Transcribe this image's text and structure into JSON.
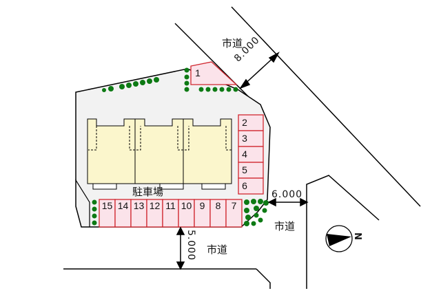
{
  "colors": {
    "site_fill": "#f2f2f2",
    "building_fill": "#fbf6cc",
    "parking_fill": "#fbe3ea",
    "parking_border": "#d0262e",
    "tree": "#0d7a14",
    "line": "#000000"
  },
  "labels": {
    "road_top": "市道",
    "road_right": "市道",
    "road_bottom": "市道",
    "parking_lot": "駐車場",
    "dim_top": "8.000",
    "dim_right": "6.000",
    "dim_bottom": "5.000",
    "north": "N"
  },
  "parking": {
    "spot_1": "1",
    "right_column": [
      "2",
      "3",
      "4",
      "5",
      "6"
    ],
    "bottom_row": [
      "15",
      "14",
      "13",
      "12",
      "11",
      "10",
      "9",
      "8",
      "7"
    ]
  }
}
